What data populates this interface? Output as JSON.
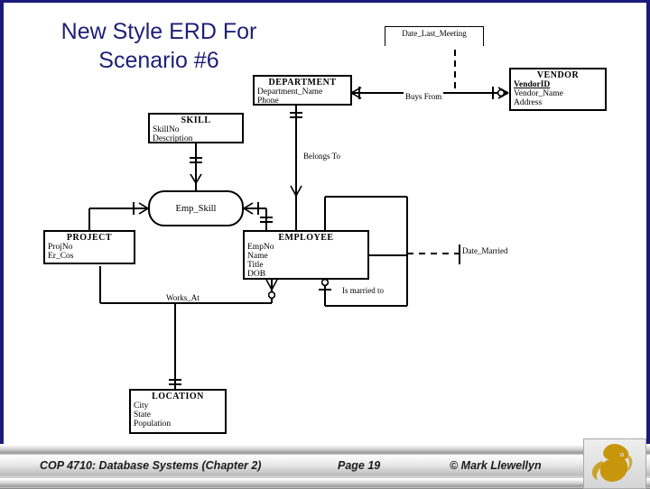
{
  "slide": {
    "title": "New Style ERD For\nScenario #6",
    "title_color": "#1f1f78",
    "border_color": "#1a1a7a"
  },
  "diagram": {
    "type": "entity-relationship-diagram",
    "notation": "crows-foot",
    "entities": [
      {
        "name": "DEPARTMENT",
        "attributes": [
          "Department_Name",
          "Phone"
        ],
        "primary_key": null
      },
      {
        "name": "VENDOR",
        "attributes": [
          "VendorID",
          "Vendor_Name",
          "Address"
        ],
        "primary_key": "VendorID"
      },
      {
        "name": "SKILL",
        "attributes": [
          "SkillNo",
          "Description"
        ],
        "primary_key": null
      },
      {
        "name": "PROJECT",
        "attributes": [
          "ProjNo",
          "Er_Cos"
        ],
        "primary_key": null
      },
      {
        "name": "EMPLOYEE",
        "attributes": [
          "EmpNo",
          "Name",
          "Title",
          "DOB"
        ],
        "primary_key": null
      },
      {
        "name": "LOCATION",
        "attributes": [
          "City",
          "State",
          "Population"
        ],
        "primary_key": null
      }
    ],
    "associative_entities": [
      {
        "name": "Emp_Skill"
      }
    ],
    "relationship_labels": [
      "Buys From",
      "Belongs To",
      "Works_At",
      "Is married to"
    ],
    "relationship_attributes": [
      "Date_Last_Meeting",
      "Date_Married"
    ]
  },
  "footer": {
    "course": "COP 4710: Database Systems  (Chapter 2)",
    "page": "Page 19",
    "copyright": "© Mark Llewellyn",
    "logo_name": "ucf-pegasus-logo",
    "logo_color": "#c8960c"
  }
}
